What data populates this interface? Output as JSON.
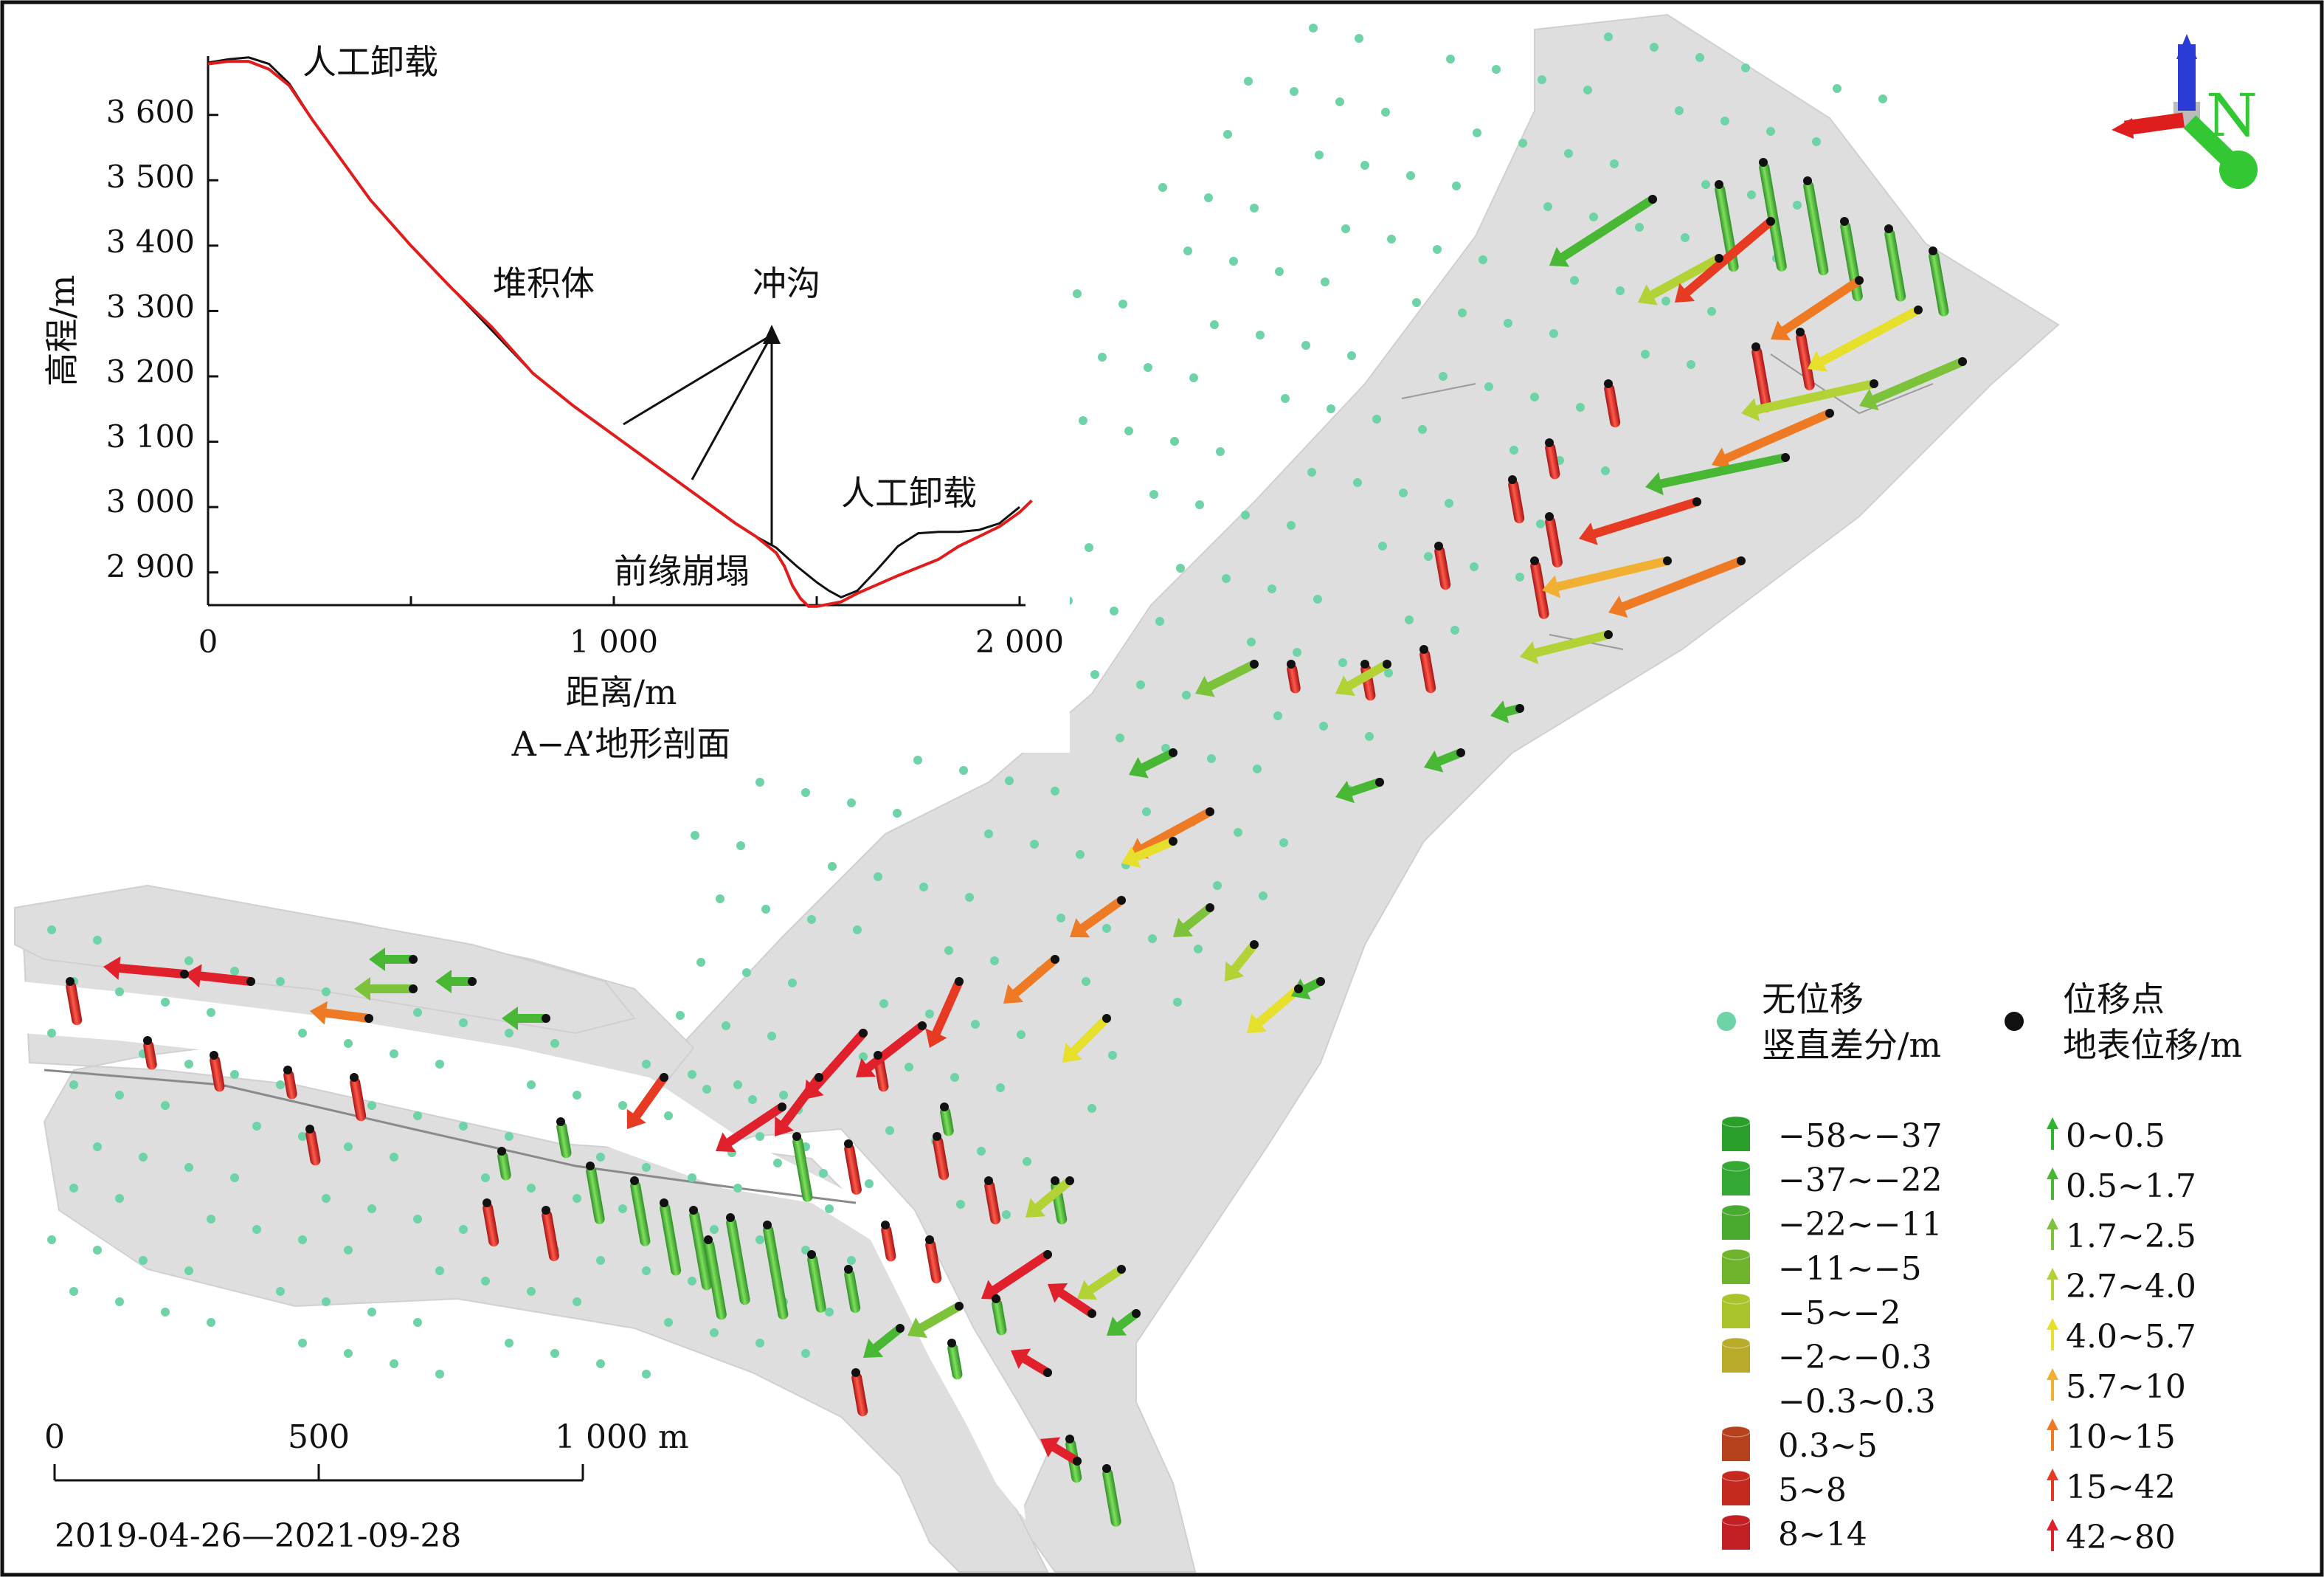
{
  "profile": {
    "ylabel": "高程/m",
    "xlabel": "距离/m",
    "caption": "A−A’地形剖面",
    "y_ticks": [
      "3 600",
      "3 500",
      "3 400",
      "3 300",
      "3 200",
      "3 100",
      "3 000",
      "2 900"
    ],
    "x_ticks": [
      "0",
      "1 000",
      "2 000"
    ],
    "annotations": {
      "unload_top": "人工卸载",
      "deposit": "堆积体",
      "gully": "冲沟",
      "unload_bottom": "人工卸载",
      "front_collapse": "前缘崩塌"
    }
  },
  "chart_data": {
    "type": "line",
    "title": "A−A’地形剖面",
    "xlabel": "距离/m",
    "ylabel": "高程/m",
    "xlim": [
      0,
      2000
    ],
    "ylim": [
      2850,
      3690
    ],
    "series": [
      {
        "color": "#111111",
        "x": [
          0,
          50,
          100,
          150,
          200,
          260,
          330,
          400,
          500,
          600,
          700,
          800,
          900,
          1000,
          1100,
          1200,
          1300,
          1350,
          1400,
          1450,
          1500,
          1530,
          1560,
          1600,
          1650,
          1700,
          1750,
          1800,
          1850,
          1900,
          1950,
          2000
        ],
        "y": [
          3680,
          3685,
          3688,
          3678,
          3648,
          3590,
          3530,
          3470,
          3400,
          3335,
          3270,
          3205,
          3155,
          3110,
          3065,
          3020,
          2975,
          2955,
          2938,
          2910,
          2885,
          2872,
          2862,
          2872,
          2905,
          2940,
          2960,
          2962,
          2962,
          2965,
          2975,
          3000
        ]
      },
      {
        "color": "#e01d1d",
        "x": [
          0,
          50,
          100,
          150,
          200,
          260,
          330,
          400,
          500,
          600,
          700,
          800,
          900,
          1000,
          1100,
          1200,
          1300,
          1350,
          1400,
          1420,
          1440,
          1460,
          1480,
          1500,
          1560,
          1600,
          1700,
          1800,
          1850,
          1900,
          1950,
          2000,
          2030
        ],
        "y": [
          3678,
          3682,
          3682,
          3670,
          3645,
          3590,
          3530,
          3470,
          3400,
          3335,
          3275,
          3205,
          3155,
          3110,
          3065,
          3020,
          2975,
          2955,
          2930,
          2910,
          2880,
          2860,
          2848,
          2848,
          2855,
          2868,
          2895,
          2920,
          2940,
          2955,
          2970,
          2992,
          3010
        ]
      }
    ]
  },
  "north_label": "N",
  "scale_bar": {
    "ticks": [
      "0",
      "500",
      "1 000 m"
    ],
    "date": "2019-04-26—2021-09-28"
  },
  "legend": {
    "no_disp": "无位移",
    "disp_point": "位移点",
    "vertical_title": "竖直差分/m",
    "horizontal_title": "地表位移/m",
    "vertical_items": [
      {
        "label": "−58~−37",
        "color": "#2aa02a"
      },
      {
        "label": "−37~−22",
        "color": "#33a833"
      },
      {
        "label": "−22~−11",
        "color": "#48ab2f"
      },
      {
        "label": "−11~−5",
        "color": "#6fb42c"
      },
      {
        "label": "−5~−2",
        "color": "#a9c42a"
      },
      {
        "label": "−2~−0.3",
        "color": "#b8ab2a"
      },
      {
        "label": "−0.3~0.3",
        "color": ""
      },
      {
        "label": "0.3~5",
        "color": "#b5421d"
      },
      {
        "label": "5~8",
        "color": "#c52a1f"
      },
      {
        "label": "8~14",
        "color": "#c21f24"
      }
    ],
    "horizontal_items": [
      {
        "label": "0~0.5",
        "color": "#2db52d"
      },
      {
        "label": "0.5~1.7",
        "color": "#48b834"
      },
      {
        "label": "1.7~2.5",
        "color": "#7cc23a"
      },
      {
        "label": "2.7~4.0",
        "color": "#b2d235"
      },
      {
        "label": "4.0~5.7",
        "color": "#e6e02c"
      },
      {
        "label": "5.7~10",
        "color": "#f2b032"
      },
      {
        "label": "10~15",
        "color": "#ee7a24"
      },
      {
        "label": "15~42",
        "color": "#e63a22"
      },
      {
        "label": "42~80",
        "color": "#e0202a"
      }
    ],
    "no_disp_color": "#6fd3a8",
    "disp_point_color": "#111111"
  }
}
